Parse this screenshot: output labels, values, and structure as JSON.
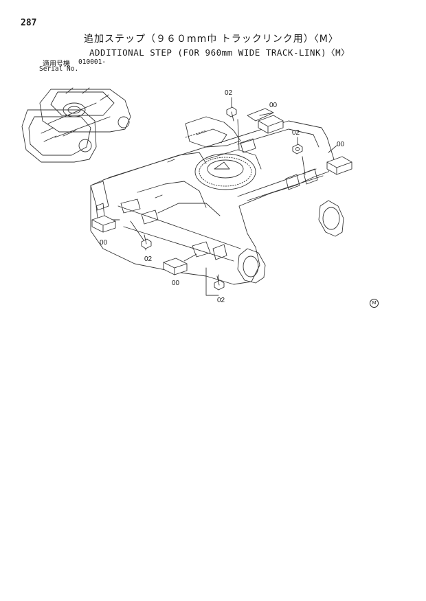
{
  "page_number": "287",
  "title_jp": "追加ステップ（９６０mm巾 トラックリンク用）〈M〉",
  "title_en": "ADDITIONAL STEP (FOR 960mm WIDE TRACK-LINK)〈M〉",
  "serial": {
    "label_jp": "適用号機",
    "label_en": "Serial No.",
    "value": "010001-"
  },
  "callouts": [
    "02",
    "00",
    "02",
    "00",
    "00",
    "02",
    "00",
    "02"
  ],
  "mark": "M"
}
